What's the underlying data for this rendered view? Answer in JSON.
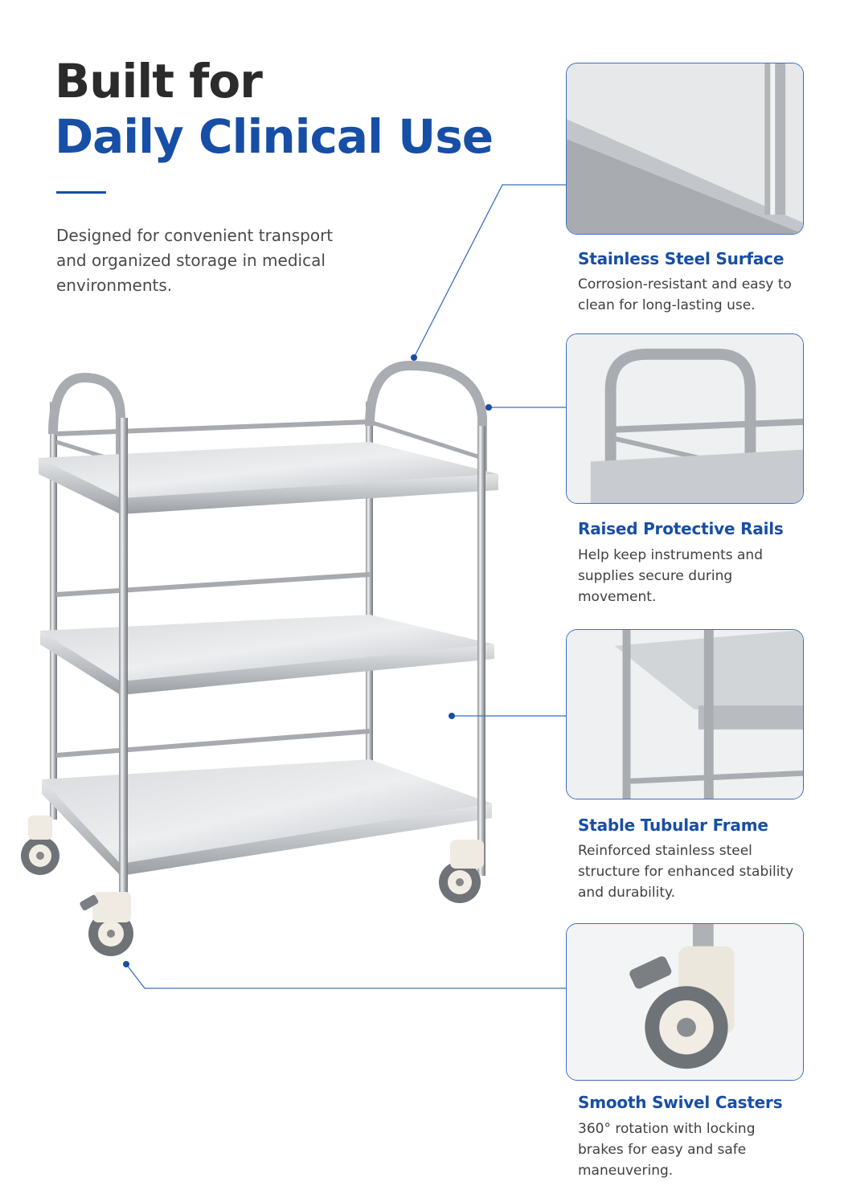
{
  "hero": {
    "title_line1": "Built for",
    "title_line2": "Daily Clinical Use",
    "description": "Designed for convenient transport and organized storage in medical environments."
  },
  "features": [
    {
      "title": "Stainless Steel Surface",
      "description": "Corrosion-resistant and easy to clean for long-lasting use.",
      "icon": "steel-surface-closeup"
    },
    {
      "title": "Raised Protective Rails",
      "description": "Help keep instruments and supplies secure during movement.",
      "icon": "rail-closeup"
    },
    {
      "title": "Stable Tubular Frame",
      "description": "Reinforced stainless steel structure for enhanced stability and durability.",
      "icon": "frame-closeup"
    },
    {
      "title": "Smooth Swivel Casters",
      "description": "360° rotation with locking brakes for easy and safe maneuvering.",
      "icon": "caster-closeup"
    }
  ],
  "colors": {
    "accent": "#174ea6",
    "heading": "#2b2b2b",
    "body_text": "#4a4a4a",
    "frame_border": "#3b6fc0",
    "steel": "#c9ccd0"
  }
}
